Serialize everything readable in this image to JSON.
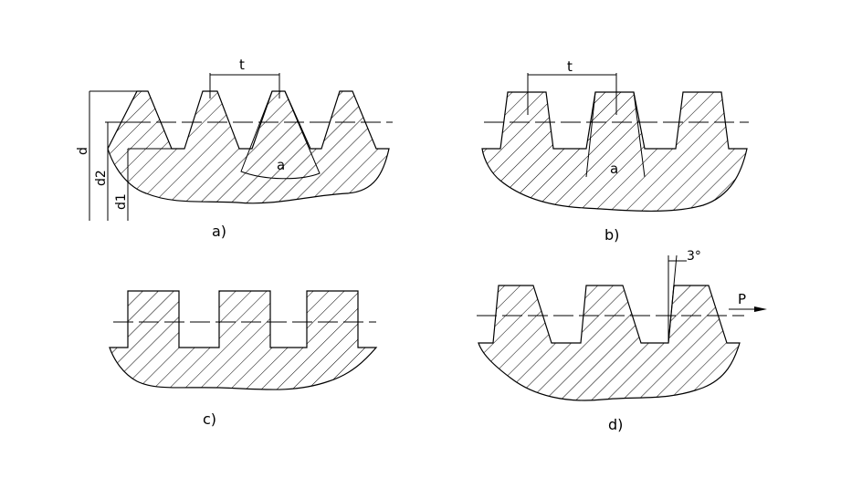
{
  "figures": {
    "a": {
      "caption": "a)",
      "pitch_label": "t",
      "profile_label": "a",
      "dim_d": "d",
      "dim_d2": "d2",
      "dim_d1": "d1"
    },
    "b": {
      "caption": "b)",
      "pitch_label": "t",
      "profile_label": "a"
    },
    "c": {
      "caption": "c)"
    },
    "d": {
      "caption": "d)",
      "angle_label": "3°",
      "force_label": "P"
    }
  }
}
